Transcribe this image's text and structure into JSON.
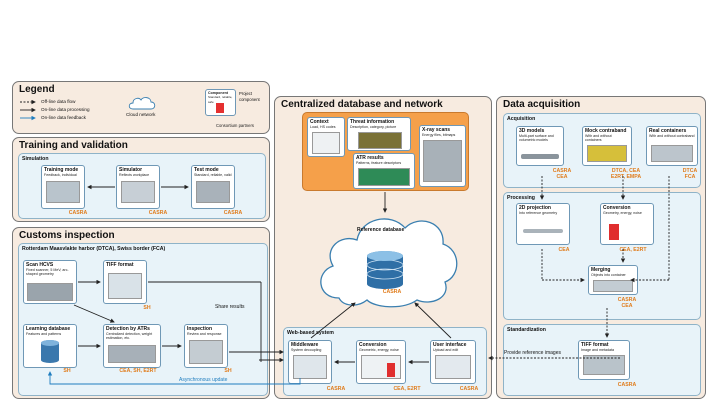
{
  "legend": {
    "title": "Legend",
    "lines": [
      "Off-line data flow",
      "On-line data processing",
      "On-line data feedback"
    ],
    "cloud": "Cloud network",
    "component": {
      "title": "Component",
      "subtitle": "Standard, reliable, safe"
    },
    "project_component": "Project component",
    "consortium_partners": "Consortium partners"
  },
  "training": {
    "title": "Training and validation",
    "simulation": "Simulation",
    "cards": [
      {
        "title": "Training mode",
        "subtitle": "Feedback, individual",
        "partner": "CASRA"
      },
      {
        "title": "Simulator",
        "subtitle": "Reflects workplace",
        "partner": "CASRA"
      },
      {
        "title": "Test mode",
        "subtitle": "Standard, reliable, valid",
        "partner": "CASRA"
      }
    ]
  },
  "customs": {
    "title": "Customs inspection",
    "site": "Rotterdam Maasvlakte harbor (DTCA), Swiss border (FCA)",
    "scan": {
      "title": "Scan HCVS",
      "subtitle": "Fixed scanner, 5 MeV, arc-shaped geometry"
    },
    "tiff": {
      "title": "TIFF format",
      "partner": "SH"
    },
    "share": "Share results",
    "learning": {
      "title": "Learning database",
      "subtitle": "Features and patterns",
      "partner": "SH"
    },
    "detection": {
      "title": "Detection by ATRs",
      "subtitle": "Centralized detection, weight estimation, etc.",
      "partner": "CEA, SH, E2RT"
    },
    "inspection": {
      "title": "Inspection",
      "subtitle": "Review and response",
      "partner": "SH"
    },
    "async": "Asynchronous update"
  },
  "central": {
    "title": "Centralized database and network",
    "context": {
      "title": "Context",
      "subtitle": "Load, HS codes"
    },
    "threat": {
      "title": "Threat information",
      "subtitle": "Description, category, picture"
    },
    "xray": {
      "title": "X-ray scans",
      "subtitle": "Energy files, bitmaps"
    },
    "atr": {
      "title": "ATR results",
      "subtitle": "Patterns, feature descriptors"
    },
    "refdb": "Reference database",
    "refdb_partner": "CASRA",
    "web": "Web-based system",
    "middleware": {
      "title": "Middleware",
      "subtitle": "System decoupling",
      "partner": "CASRA"
    },
    "conversion": {
      "title": "Conversion",
      "subtitle": "Geometric, energy, noise",
      "partner": "CEA, E2RT"
    },
    "ui": {
      "title": "User interface",
      "subtitle": "Upload and edit",
      "partner": "CASRA"
    }
  },
  "acquisition": {
    "title": "Data acquisition",
    "acq": "Acquisition",
    "models": {
      "title": "3D models",
      "subtitle": "Multi-part surface and volumetric models",
      "partner": "CASRA\nCEA"
    },
    "mock": {
      "title": "Mock contraband",
      "subtitle": "With and without containers",
      "partner": "DTCA, CEA\nE2RT, EMPA"
    },
    "real": {
      "title": "Real containers",
      "subtitle": "With and without contraband",
      "partner": "DTCA\nFCA"
    },
    "processing": "Processing",
    "proj": {
      "title": "2D projection",
      "subtitle": "Into reference geometry",
      "partner": "CEA"
    },
    "conv": {
      "title": "Conversion",
      "subtitle": "Geometry, energy, noise",
      "partner": "CEA, E2RT"
    },
    "merging": {
      "title": "Merging",
      "subtitle": "Objects into container",
      "partner": "CASRA\nCEA"
    },
    "standardization": "Standardization",
    "tiff": {
      "title": "TIFF format",
      "subtitle": "Image and metadata",
      "partner": "CASRA"
    },
    "provide": "Provide reference images"
  },
  "colors": {
    "panel": "#f7ebe0",
    "sub": "#e8f3f9",
    "partner": "#e07b1a",
    "online_feedback": "#1f7dbf",
    "data_box": "#f5a04a"
  }
}
